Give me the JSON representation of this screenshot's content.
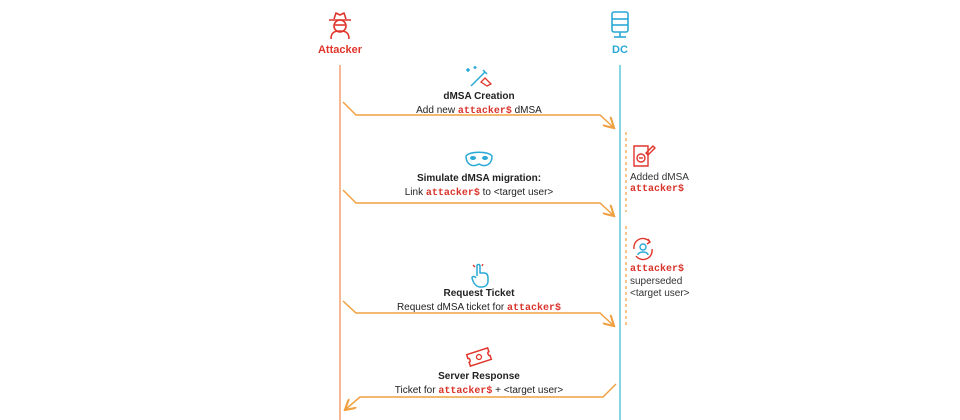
{
  "actors": {
    "attacker": {
      "label": "Attacker",
      "icon": "spy-icon",
      "color": "#e0352b"
    },
    "dc": {
      "label": "DC",
      "icon": "server-icon",
      "color": "#2aa9d6"
    }
  },
  "colors": {
    "arrow": "#f0a040",
    "attacker_line": "#f0a070",
    "dc_line": "#5cc8dc",
    "highlight": "#d9342b"
  },
  "steps": [
    {
      "title": "dMSA Creation",
      "pre": "Add new ",
      "code": "attacker$",
      "post": " dMSA",
      "icon": "magic-wand-icon"
    },
    {
      "title": "Simulate dMSA migration:",
      "pre": "Link ",
      "code": "attacker$",
      "post": " to <target user>",
      "icon": "mask-icon"
    },
    {
      "title": "Request Ticket",
      "pre": "Request dMSA ticket for ",
      "code": "attacker$",
      "post": "",
      "icon": "pointer-hand-icon"
    },
    {
      "title": "Server Response",
      "pre": "Ticket for ",
      "code": "attacker$",
      "post": " + <target user>",
      "icon": "ticket-icon"
    }
  ],
  "notes": [
    {
      "line1": "Added dMSA",
      "code": "attacker$",
      "icon": "document-seal-icon"
    },
    {
      "code": "attacker$",
      "line1": "superseded",
      "line2": "<target user>",
      "icon": "user-swap-icon"
    }
  ]
}
